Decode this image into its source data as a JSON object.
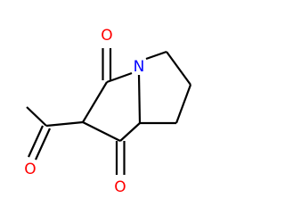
{
  "molecule": {
    "atoms": {
      "oxygen_top": {
        "symbol": "O",
        "color": "#ff0000"
      },
      "nitrogen": {
        "symbol": "N",
        "color": "#0000ff"
      },
      "oxygen_acetyl": {
        "symbol": "O",
        "color": "#ff0000"
      },
      "oxygen_bottom": {
        "symbol": "O",
        "color": "#ff0000"
      }
    },
    "bond_color": "#000000",
    "background": "#ffffff"
  }
}
